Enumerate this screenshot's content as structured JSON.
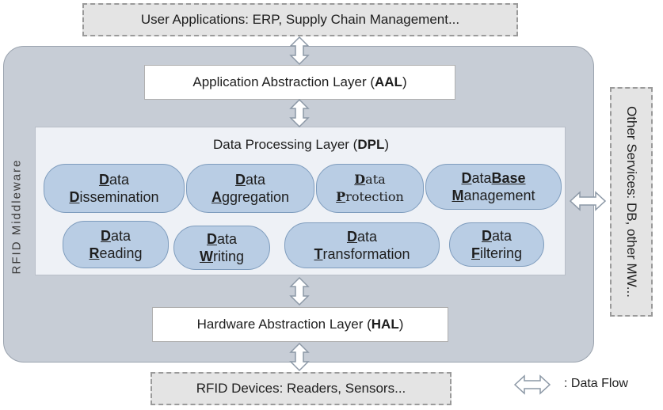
{
  "top_box": {
    "text": "User Applications: ERP, Supply Chain Management..."
  },
  "bottom_box": {
    "text": "RFID Devices: Readers, Sensors..."
  },
  "side_box": {
    "text": "Other Services: DB, other MW..."
  },
  "middleware": {
    "label": "RFID Middleware"
  },
  "aal": {
    "prefix": "Application Abstraction Layer (",
    "abbr": "AAL",
    "suffix": ")"
  },
  "hal": {
    "prefix": "Hardware Abstraction Layer (",
    "abbr": "HAL",
    "suffix": ")"
  },
  "dpl": {
    "prefix": "Data Processing Layer (",
    "abbr": "DPL",
    "suffix": ")"
  },
  "modules": {
    "dissemination": {
      "line1": "Data",
      "line2": "Dissemination"
    },
    "aggregation": {
      "line1": "Data",
      "line2": "Aggregation"
    },
    "protection": {
      "line1": "Data",
      "line2": "Protection"
    },
    "database": {
      "line1a": "Data",
      "line1b": "Base",
      "line2": "Management"
    },
    "reading": {
      "line1": "Data",
      "line2": "Reading"
    },
    "writing": {
      "line1": "Data",
      "line2": "Writing"
    },
    "transformation": {
      "line1": "Data",
      "line2": "Transformation"
    },
    "filtering": {
      "line1": "Data",
      "line2": "Filtering"
    }
  },
  "legend": {
    "label": ": Data Flow"
  },
  "colors": {
    "middleware_bg": "#c7cdd6",
    "pill_fill": "#b9cde4",
    "pill_border": "#7e9cbd",
    "dashed_bg": "#e4e4e4"
  }
}
